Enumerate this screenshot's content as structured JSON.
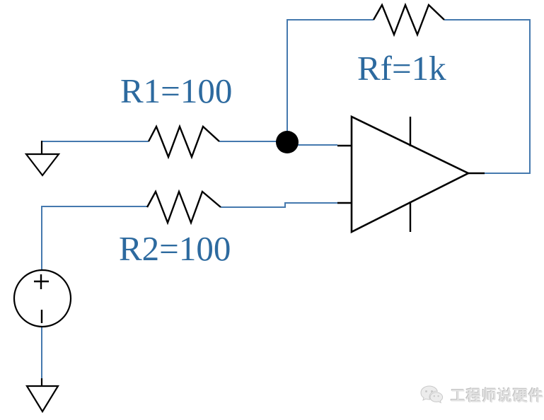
{
  "schematic": {
    "title": "inverting-amplifier-opamp-circuit",
    "labels": {
      "r1": "R1=100",
      "r2": "R2=100",
      "rf": "Rf=1k"
    },
    "components": {
      "r1": {
        "type": "resistor",
        "name": "R1",
        "value": "100"
      },
      "r2": {
        "type": "resistor",
        "name": "R2",
        "value": "100"
      },
      "rf": {
        "type": "resistor",
        "name": "Rf",
        "value": "1k"
      },
      "opamp": {
        "type": "op-amp"
      },
      "voltage_source": {
        "type": "voltage-source",
        "top_mark": "+",
        "bottom_mark": "-"
      },
      "ground_count": 2
    },
    "colors": {
      "wire": "#4579ae",
      "component_stroke": "#000000",
      "label_text": "#2d6a9f",
      "background": "#ffffff"
    }
  },
  "watermark": {
    "text": "工程师说硬件",
    "logo": "wechat-icon",
    "color": "#e2e2e2"
  }
}
